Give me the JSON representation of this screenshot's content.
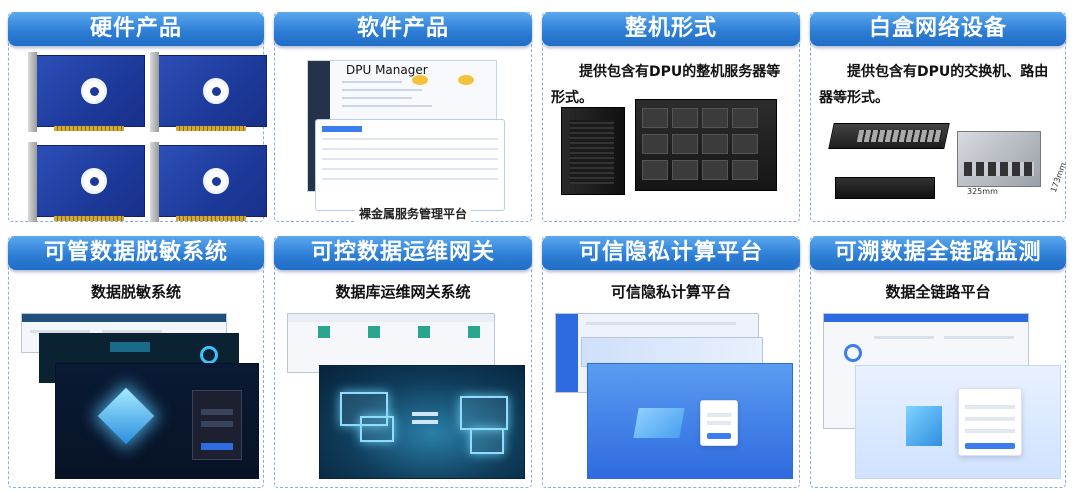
{
  "panels": [
    {
      "title": "硬件产品"
    },
    {
      "title": "软件产品",
      "screenshot_title": "DPU Manager",
      "caption": "裸金属服务管理平台"
    },
    {
      "title": "整机形式",
      "description": "提供包含有DPU的整机服务器等形式。"
    },
    {
      "title": "白盒网络设备",
      "description": "提供包含有DPU的交换机、路由器等形式。",
      "dims": [
        "325mm",
        "173mm"
      ]
    },
    {
      "title": "可管数据脱敏系统",
      "subtitle": "数据脱敏系统"
    },
    {
      "title": "可控数据运维网关",
      "subtitle": "数据库运维网关系统"
    },
    {
      "title": "可信隐私计算平台",
      "subtitle": "可信隐私计算平台"
    },
    {
      "title": "可溯数据全链路监测",
      "subtitle": "数据全链路平台"
    }
  ],
  "colors": {
    "title_bar": "#2f7fd6",
    "panel_border": "#8aaee0",
    "card_blue": "#1d3a9a"
  },
  "icons": [
    "dpu-card-image",
    "dpu-manager-screenshot",
    "server-image",
    "switch-image",
    "app-screenshot"
  ]
}
